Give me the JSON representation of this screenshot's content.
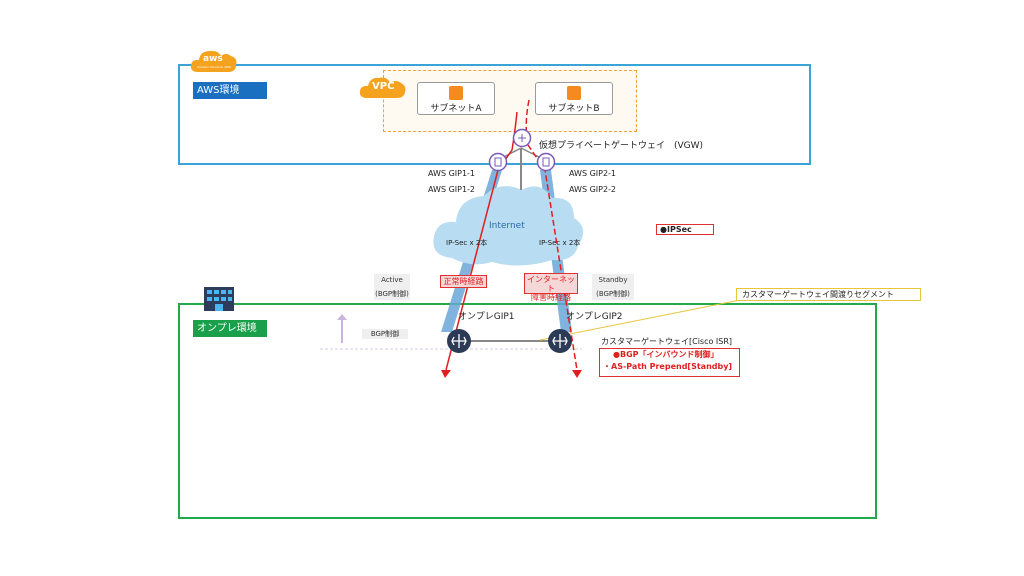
{
  "aws": {
    "env_label": "AWS環境",
    "logo_text": "aws",
    "logo_subtext": "Amazon Cloud on AWS"
  },
  "vpc": {
    "label": "VPC",
    "subnet_a": "サブネットA",
    "subnet_b": "サブネットB"
  },
  "vgw": {
    "label": "仮想プライベートゲートウェイ　(VGW)"
  },
  "gips": {
    "aws_gip1_1": "AWS GIP1-1",
    "aws_gip1_2": "AWS GIP1-2",
    "aws_gip2_1": "AWS GIP2-1",
    "aws_gip2_2": "AWS GIP2-2"
  },
  "internet": {
    "label": "Internet",
    "ipsec_left": "IP-Sec x 2本",
    "ipsec_right": "IP-Sec x 2本"
  },
  "legend": {
    "ipsec": "●IPSec"
  },
  "paths": {
    "active": "Active",
    "active_sub": "(BGP制御)",
    "standby": "Standby",
    "standby_sub": "(BGP制御)",
    "normal_route": "正常時経路",
    "failure_route_line1": "インターネット",
    "failure_route_line2": "障害時経路"
  },
  "onprem": {
    "env_label": "オンプレ環境",
    "gip1": "オンプレGIP1",
    "gip2": "オンプレGIP2",
    "bgp_control": "BGP制御",
    "cgw_label": "カスタマーゲートウェイ[Cisco ISR]",
    "segment_note": "カスタマーゲートウェイ間渡りセグメント",
    "bgp_note_line1": "●BGP「インバウンド制御」",
    "bgp_note_line2": "・AS-Path Prepend[Standby]"
  },
  "colors": {
    "aws_border": "#3aa3d8",
    "onprem_border": "#22a94a",
    "route_red": "#e02020",
    "accent_orange": "#f58a1f"
  }
}
